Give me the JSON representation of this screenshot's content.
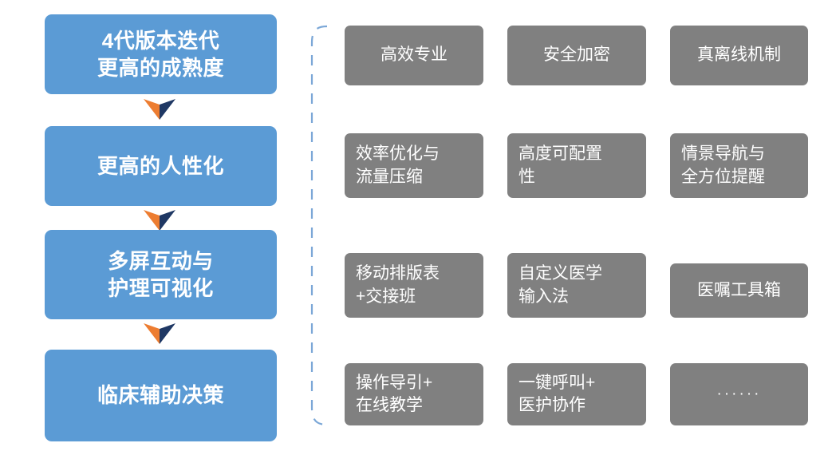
{
  "theme": {
    "background": "#ffffff",
    "flow_box_fill": "#5B9BD5",
    "tile_fill": "#808080",
    "bracket_stroke": "#7BA7D7",
    "arrow_left_fill": "#ED7D31",
    "arrow_right_fill": "#1F3864",
    "text_color": "#ffffff"
  },
  "flow": {
    "steps": [
      {
        "label": "4代版本迭代\n更高的成熟度"
      },
      {
        "label": "更高的人性化"
      },
      {
        "label": "多屏互动与\n护理可视化"
      },
      {
        "label": "临床辅助决策"
      }
    ],
    "connectors": [
      {
        "name": "chevron-down-1"
      },
      {
        "name": "chevron-down-2"
      },
      {
        "name": "chevron-down-3"
      }
    ]
  },
  "features": {
    "bracket_icon": "dashed-curly-bracket",
    "rows": [
      {
        "tiles": [
          {
            "label": "高效专业",
            "align": "center"
          },
          {
            "label": "安全加密",
            "align": "center"
          },
          {
            "label": "真离线机制",
            "align": "center"
          }
        ]
      },
      {
        "tiles": [
          {
            "label": "效率优化与\n流量压缩",
            "align": "left"
          },
          {
            "label": "高度可配置\n性",
            "align": "left"
          },
          {
            "label": "情景导航与\n全方位提醒",
            "align": "left"
          }
        ]
      },
      {
        "tiles": [
          {
            "label": "移动排版表\n+交接班",
            "align": "left"
          },
          {
            "label": "自定义医学\n输入法",
            "align": "left"
          },
          {
            "label": "医嘱工具箱",
            "align": "center"
          }
        ]
      },
      {
        "tiles": [
          {
            "label": "操作导引+\n在线教学",
            "align": "left"
          },
          {
            "label": "一键呼叫+\n医护协作",
            "align": "left"
          },
          {
            "label": "······",
            "align": "dots"
          }
        ]
      }
    ]
  }
}
